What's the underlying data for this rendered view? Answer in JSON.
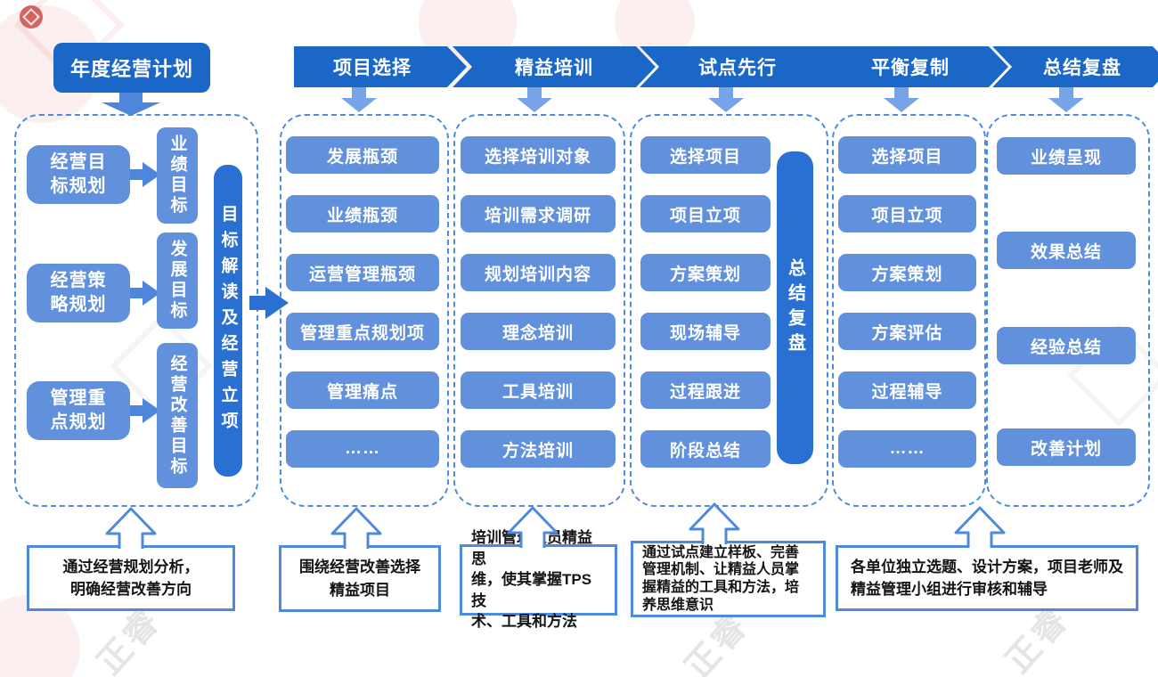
{
  "title": {
    "label": "年度经营计划"
  },
  "stages": [
    {
      "label": "项目选择"
    },
    {
      "label": "精益培训"
    },
    {
      "label": "试点先行"
    },
    {
      "label": "平衡复制"
    },
    {
      "label": "总结复盘"
    }
  ],
  "planning": {
    "rows": [
      {
        "source": "经营目\n标规划",
        "target": "业绩目标"
      },
      {
        "source": "经营策\n略规划",
        "target": "发展目标"
      },
      {
        "source": "管理重\n点规划",
        "target": "经营改善目标"
      }
    ],
    "bar": "目标解读及经营立项"
  },
  "columns": [
    {
      "items": [
        "发展瓶颈",
        "业绩瓶颈",
        "运营管理瓶颈",
        "管理重点规划项",
        "管理痛点",
        "……"
      ]
    },
    {
      "items": [
        "选择培训对象",
        "培训需求调研",
        "规划培训内容",
        "理念培训",
        "工具培训",
        "方法培训"
      ]
    },
    {
      "items": [
        "选择项目",
        "项目立项",
        "方案策划",
        "现场辅导",
        "过程跟进",
        "阶段总结"
      ],
      "bar": "总结复盘"
    },
    {
      "items": [
        "选择项目",
        "项目立项",
        "方案策划",
        "方案评估",
        "过程辅导",
        "……"
      ]
    },
    {
      "items": [
        "业绩呈现",
        "效果总结",
        "经验总结",
        "改善计划"
      ]
    }
  ],
  "notes": [
    "通过经营规划分析，\n明确经营改善方向",
    "围绕经营改善选择\n精益项目",
    "培训管理人员精益思\n维，使其掌握TPS技\n术、工具和方法",
    "通过试点建立样板、完善\n管理机制、让精益人员掌\n握精益的工具和方法，培\n养思维意识",
    "各单位独立选题、设计方案，项目老师及\n精益管理小组进行审核和辅导"
  ],
  "watermark": {
    "text": "正睿"
  },
  "colors": {
    "primary_dark": "#1B67C7",
    "primary_mid": "#2A6FD2",
    "primary_light": "#6190DC",
    "arrow_light": "#79A3E7",
    "arrow_mid": "#4D86DA",
    "dashed_outline": "#4C8BE2",
    "note_border": "#4E89DB"
  }
}
